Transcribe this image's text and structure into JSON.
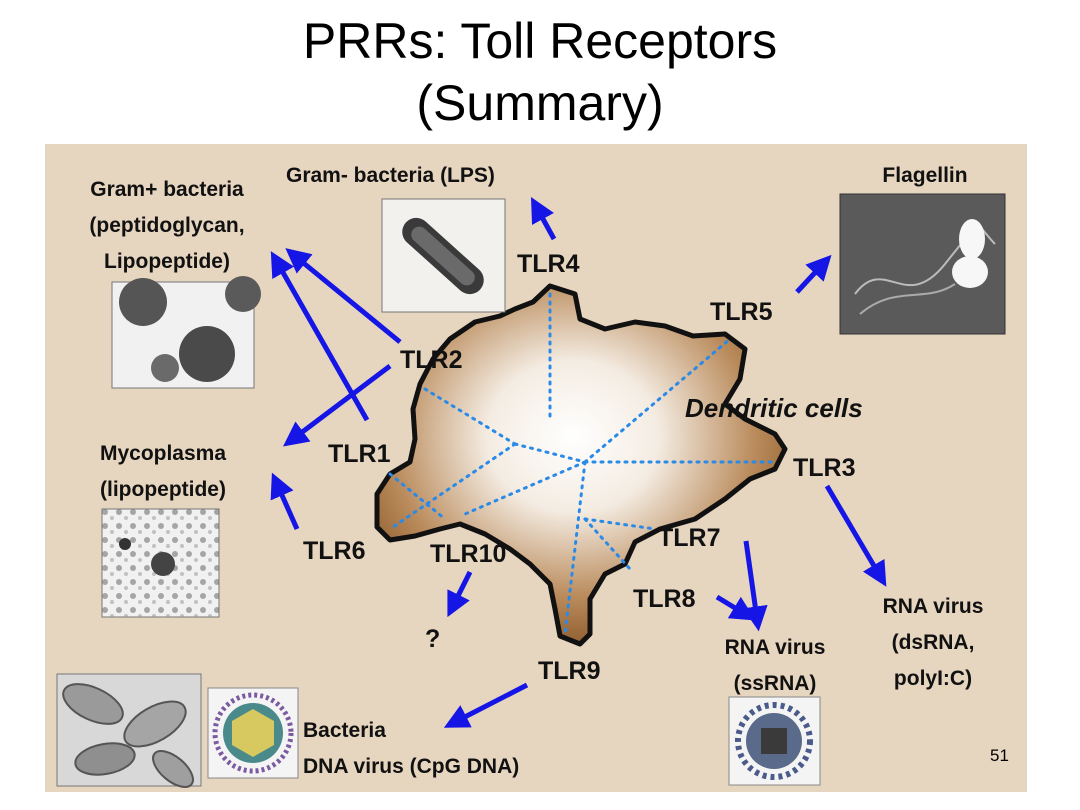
{
  "title": {
    "line1": "PRRs: Toll Receptors",
    "line2": "(Summary)"
  },
  "slide_number": "51",
  "cell_label": "Dendritic cells",
  "receptors": {
    "tlr1": "TLR1",
    "tlr2": "TLR2",
    "tlr3": "TLR3",
    "tlr4": "TLR4",
    "tlr5": "TLR5",
    "tlr6": "TLR6",
    "tlr7": "TLR7",
    "tlr8": "TLR8",
    "tlr9": "TLR9",
    "tlr10": "TLR10"
  },
  "ligands": {
    "gram_pos": [
      "Gram+ bacteria",
      "(peptidoglycan,",
      "Lipopeptide)"
    ],
    "gram_neg": "Gram- bacteria (LPS)",
    "flagellin": "Flagellin",
    "mycoplasma": [
      "Mycoplasma",
      "(lipopeptide)"
    ],
    "unknown": "?",
    "rna_ss": [
      "RNA virus",
      "(ssRNA)"
    ],
    "rna_ds": [
      "RNA virus",
      "(dsRNA,",
      "polyI:C)"
    ],
    "bacteria_dna": [
      "Bacteria",
      "DNA virus (CpG DNA)"
    ]
  },
  "colors": {
    "arrow": "#1515e6",
    "panel": "#e6d5bf",
    "cell": "#8b5a2b",
    "dots": "#2a8ae8"
  }
}
